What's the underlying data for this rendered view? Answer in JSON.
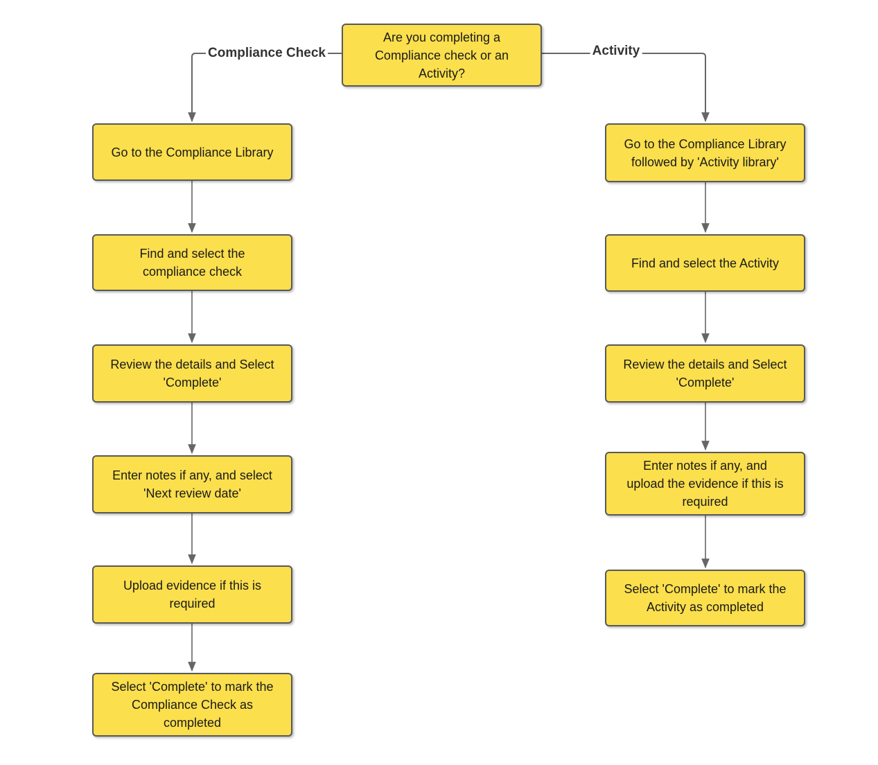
{
  "diagram": {
    "decision": {
      "text": "Are you completing a Compliance check or an Activity?"
    },
    "branches": [
      {
        "label": "Compliance Check",
        "steps": [
          "Go to the Compliance Library",
          "Find and select the compliance check",
          "Review the details and Select 'Complete'",
          "Enter notes if any, and select 'Next review date'",
          "Upload evidence if this is required",
          "Select 'Complete' to mark the Compliance Check as completed"
        ]
      },
      {
        "label": "Activity",
        "steps": [
          "Go to the Compliance Library followed by 'Activity library'",
          "Find and select the Activity",
          "Review the details and Select 'Complete'",
          "Enter notes if any, and upload the evidence if this is required",
          "Select 'Complete' to mark the Activity as completed"
        ]
      }
    ],
    "colors": {
      "node_fill": "#FBDF4D",
      "node_border": "#595959",
      "connector": "#666666",
      "text": "#1A1A1A",
      "background": "#FFFFFF"
    }
  }
}
